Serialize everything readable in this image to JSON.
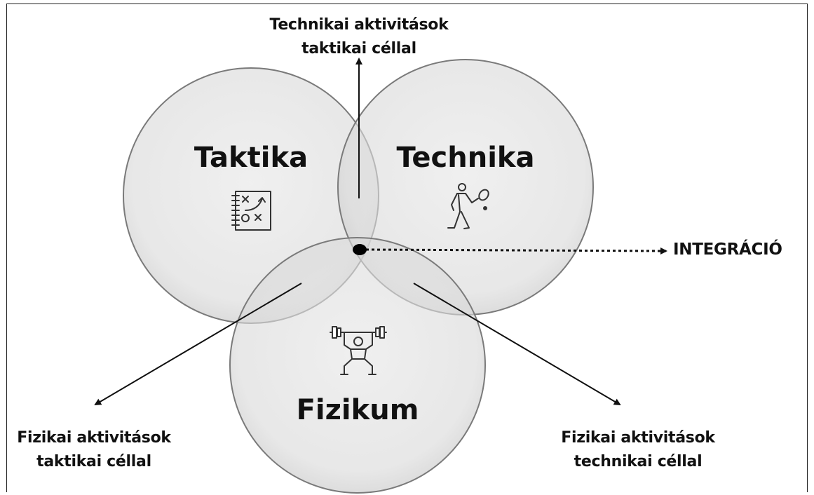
{
  "labels": {
    "taktika": "Taktika",
    "technika": "Technika",
    "fizikum": "Fizikum",
    "integracio": "INTEGRÁCIÓ",
    "top_line1": "Technikai aktivitások",
    "top_line2": "taktikai céllal",
    "left_line1": "Fizikai aktivitások",
    "left_line2": "taktikai céllal",
    "right_line1": "Fizikai aktivitások",
    "right_line2": "technikai céllal"
  },
  "icons": {
    "taktika": "tactics-board-icon",
    "technika": "tennis-player-icon",
    "fizikum": "weightlifter-icon"
  },
  "colors": {
    "circle_fill": "#d9d9d9",
    "circle_stroke": "#7a7a7a",
    "text": "#111111"
  }
}
